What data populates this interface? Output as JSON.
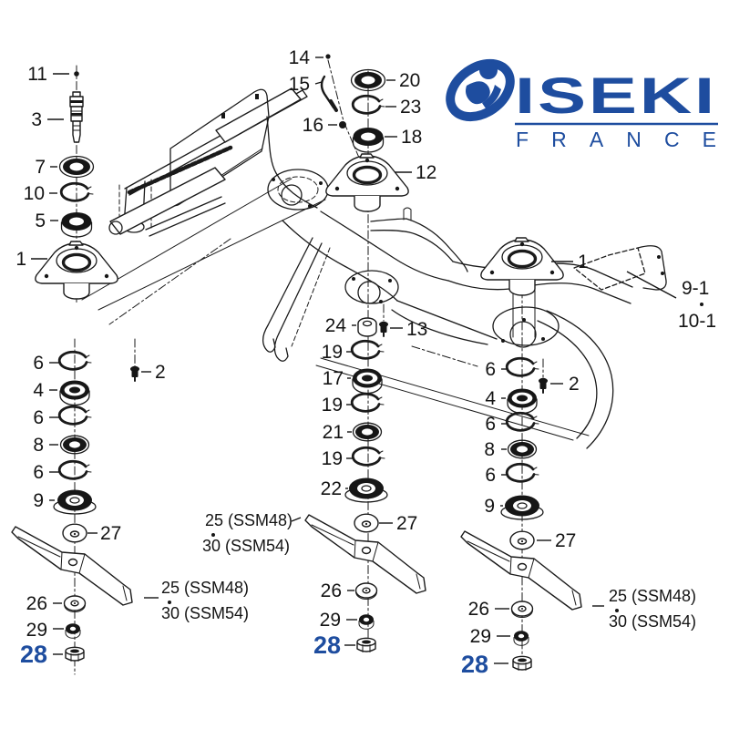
{
  "colors": {
    "brand_blue": "#1e4d9f",
    "line_ink": "#1a1a1a",
    "highlight_blue": "#1e4d9f"
  },
  "logo": {
    "brand": "ISEKI",
    "region": "FRANCE"
  },
  "diagram": {
    "callouts": {
      "n1": "1",
      "n2": "2",
      "n3": "3",
      "n4": "4",
      "n5": "5",
      "n6": "6",
      "n7": "7",
      "n8": "8",
      "n9": "9",
      "n10": "10",
      "n11": "11",
      "n12": "12",
      "n13": "13",
      "n14": "14",
      "n15": "15",
      "n16": "16",
      "n17": "17",
      "n18": "18",
      "n19": "19",
      "n20": "20",
      "n21": "21",
      "n22": "22",
      "n23": "23",
      "n24": "24",
      "n26": "26",
      "n27": "27",
      "n28": "28",
      "n29": "29",
      "n9_1": "9-1",
      "n10_1": "10-1"
    },
    "variant_note": {
      "line1": "25 (SSM48)",
      "line2": "30 (SSM54)"
    }
  }
}
